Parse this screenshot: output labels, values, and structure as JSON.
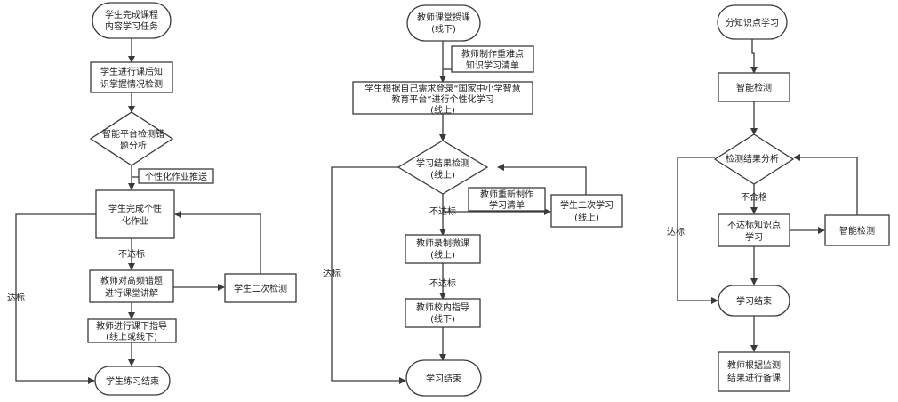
{
  "colors": {
    "stroke": "#3a3a3a",
    "text": "#222222",
    "background": "#ffffff"
  },
  "flow1": {
    "start": [
      "学生完成课程",
      "内容学习任务"
    ],
    "selfcheck": [
      "学生进行课后知",
      "识掌握情况检测"
    ],
    "analysis": [
      "智能平台检测错",
      "题分析"
    ],
    "push": "个性化作业推送",
    "homework": [
      "学生完成个性",
      "化作业"
    ],
    "fail": "不达标",
    "explain": [
      "教师对高频错题",
      "进行课堂讲解"
    ],
    "recheck": "学生二次检测",
    "guide": [
      "教师进行课下指导",
      "(线上或线下)"
    ],
    "pass": "达标",
    "end": "学生练习结束"
  },
  "flow2": {
    "start": [
      "教师课堂授课",
      "(线下)"
    ],
    "list": [
      "教师制作重难点",
      "知识学习清单"
    ],
    "study": [
      "学生根据自己需求登录“国家中小学智慧",
      "教育平台”进行个性化学习",
      "(线上)"
    ],
    "check": [
      "学习结果检测",
      "(线上)"
    ],
    "relist": [
      "教师重新制作",
      "学习清单"
    ],
    "second": [
      "学生二次学习",
      "(线上)"
    ],
    "fail1": "不达标",
    "micro": [
      "教师录制微课",
      "(线上)"
    ],
    "fail2": "不达标",
    "guide": [
      "教师校内指导",
      "(线下)"
    ],
    "pass": "达标",
    "end": "学习结束"
  },
  "flow3": {
    "start": "分知识点学习",
    "check": "智能检测",
    "analysis": "检测结果分析",
    "fail": "不合格",
    "weak": [
      "不达标知识点",
      "学习"
    ],
    "check2": "智能检测",
    "pass": "达标",
    "end": "学习结束",
    "prep": [
      "教师根据监测",
      "结果进行备课"
    ]
  }
}
